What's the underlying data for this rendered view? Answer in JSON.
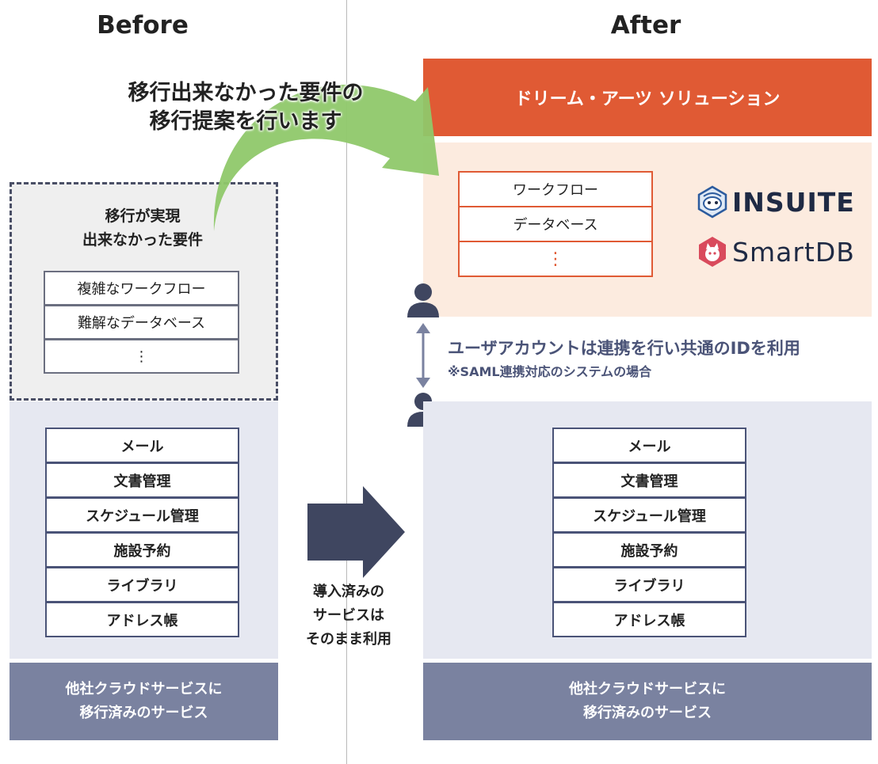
{
  "headings": {
    "before": "Before",
    "after": "After"
  },
  "banner": "ドリーム・アーツ ソリューション",
  "proposal": {
    "line1": "移行出来なかった要件の",
    "line2": "移行提案を行います"
  },
  "unmet": {
    "title_line1": "移行が実現",
    "title_line2": "出来なかった要件",
    "items": [
      "複雑なワークフロー",
      "難解なデータベース",
      "⋮"
    ]
  },
  "solution_items": [
    "ワークフロー",
    "データベース",
    "⋮"
  ],
  "logos": {
    "insuite": "INSUITE",
    "smartdb": "SmartDB"
  },
  "sso": {
    "main": "ユーザアカウントは連携を行い共通のIDを利用",
    "note": "※SAML連携対応のシステムの場合"
  },
  "services": [
    "メール",
    "文書管理",
    "スケジュール管理",
    "施設予約",
    "ライブラリ",
    "アドレス帳"
  ],
  "continue_label": {
    "line1": "導入済みの",
    "line2": "サービスは",
    "line3": "そのまま利用"
  },
  "footer": {
    "line1": "他社クラウドサービスに",
    "line2": "移行済みのサービス"
  },
  "colors": {
    "banner": "#e05a34",
    "solution_bg": "#fcebdf",
    "service_bg": "#e6e8f1",
    "footer_bg": "#7a82a0",
    "arrow_green": "#8fc86a",
    "navy": "#3f4660"
  }
}
